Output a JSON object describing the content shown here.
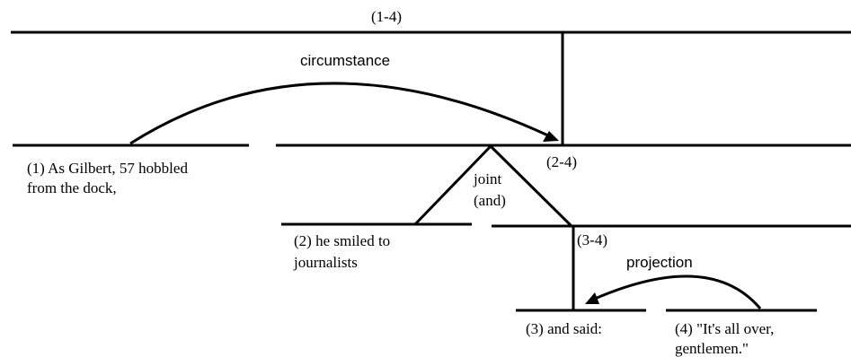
{
  "spans": {
    "s1_4": "(1-4)",
    "s2_4": "(2-4)",
    "s3_4": "(3-4)"
  },
  "relations": {
    "circumstance": "circumstance",
    "joint_1": "joint",
    "joint_2": "(and)",
    "projection": "projection"
  },
  "segments": {
    "seg1": [
      "(1) As Gilbert, 57 hobbled",
      "from the dock,"
    ],
    "seg2": [
      "(2) he smiled to",
      "journalists"
    ],
    "seg3": [
      "(3) and said:"
    ],
    "seg4": [
      "(4) \"It's all over,",
      "gentlemen.\""
    ]
  }
}
